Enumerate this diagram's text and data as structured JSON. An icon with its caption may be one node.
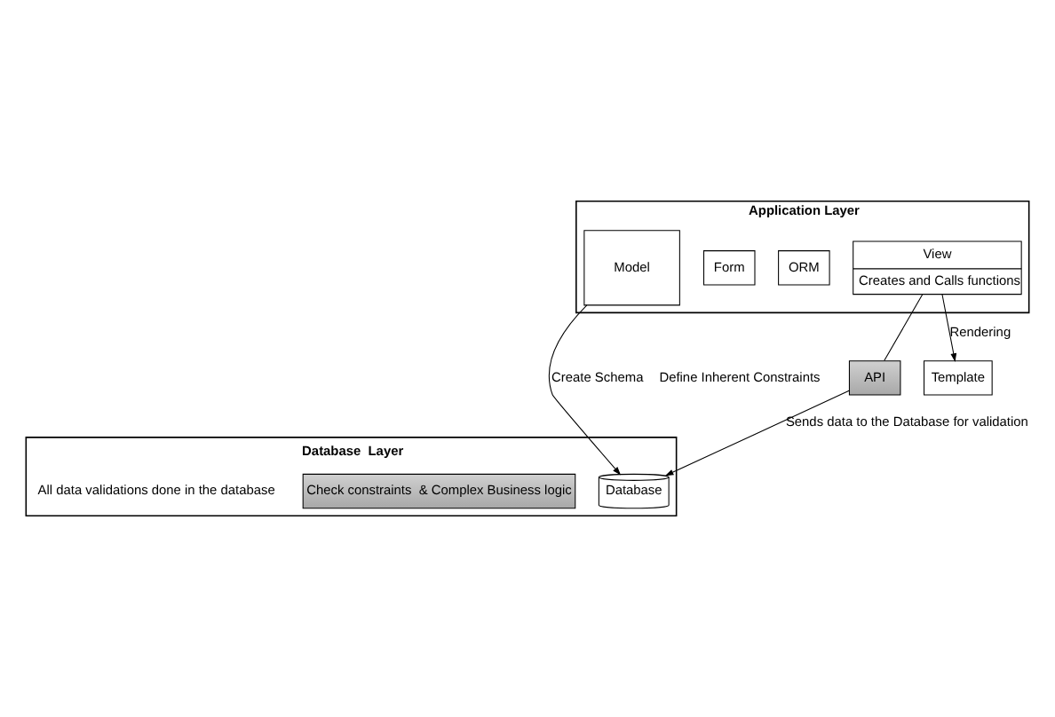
{
  "diagram": {
    "nodes": [
      {
        "text": [
          "Application Layer"
        ]
      },
      {
        "text": [
          "Model"
        ],
        "in": 0
      },
      {
        "text": [
          "ORM"
        ],
        "in": 0
      },
      {
        "text": [
          "Form"
        ],
        "in": 0
      },
      {
        "text": [
          "View",
          "Creates and Calls functions"
        ],
        "in": 0
      },
      {
        "text": [
          "API"
        ]
      },
      {
        "text": [
          "Database  Layer",
          "All data validations done in the database"
        ]
      },
      {
        "text": [
          "Database"
        ],
        "in": 6
      },
      {
        "text": [
          "Check constraints  & Complex Business logic"
        ],
        "in": 6
      },
      {
        "text": [
          "Template"
        ]
      }
    ],
    "edges": [
      {
        "from": 1,
        "to": 7,
        "arrow": "to",
        "label": "Create Schema"
      },
      {
        "from": 4,
        "to": 5,
        "arrow": "none"
      },
      {
        "from": 5,
        "to": 7,
        "arrow": "to",
        "label": "Sends data to the Database for validation"
      },
      {
        "from": 4,
        "to": 9,
        "arrow": "to",
        "label": "Rendering"
      }
    ],
    "labels": [
      "Define Inherent Constraints"
    ]
  }
}
